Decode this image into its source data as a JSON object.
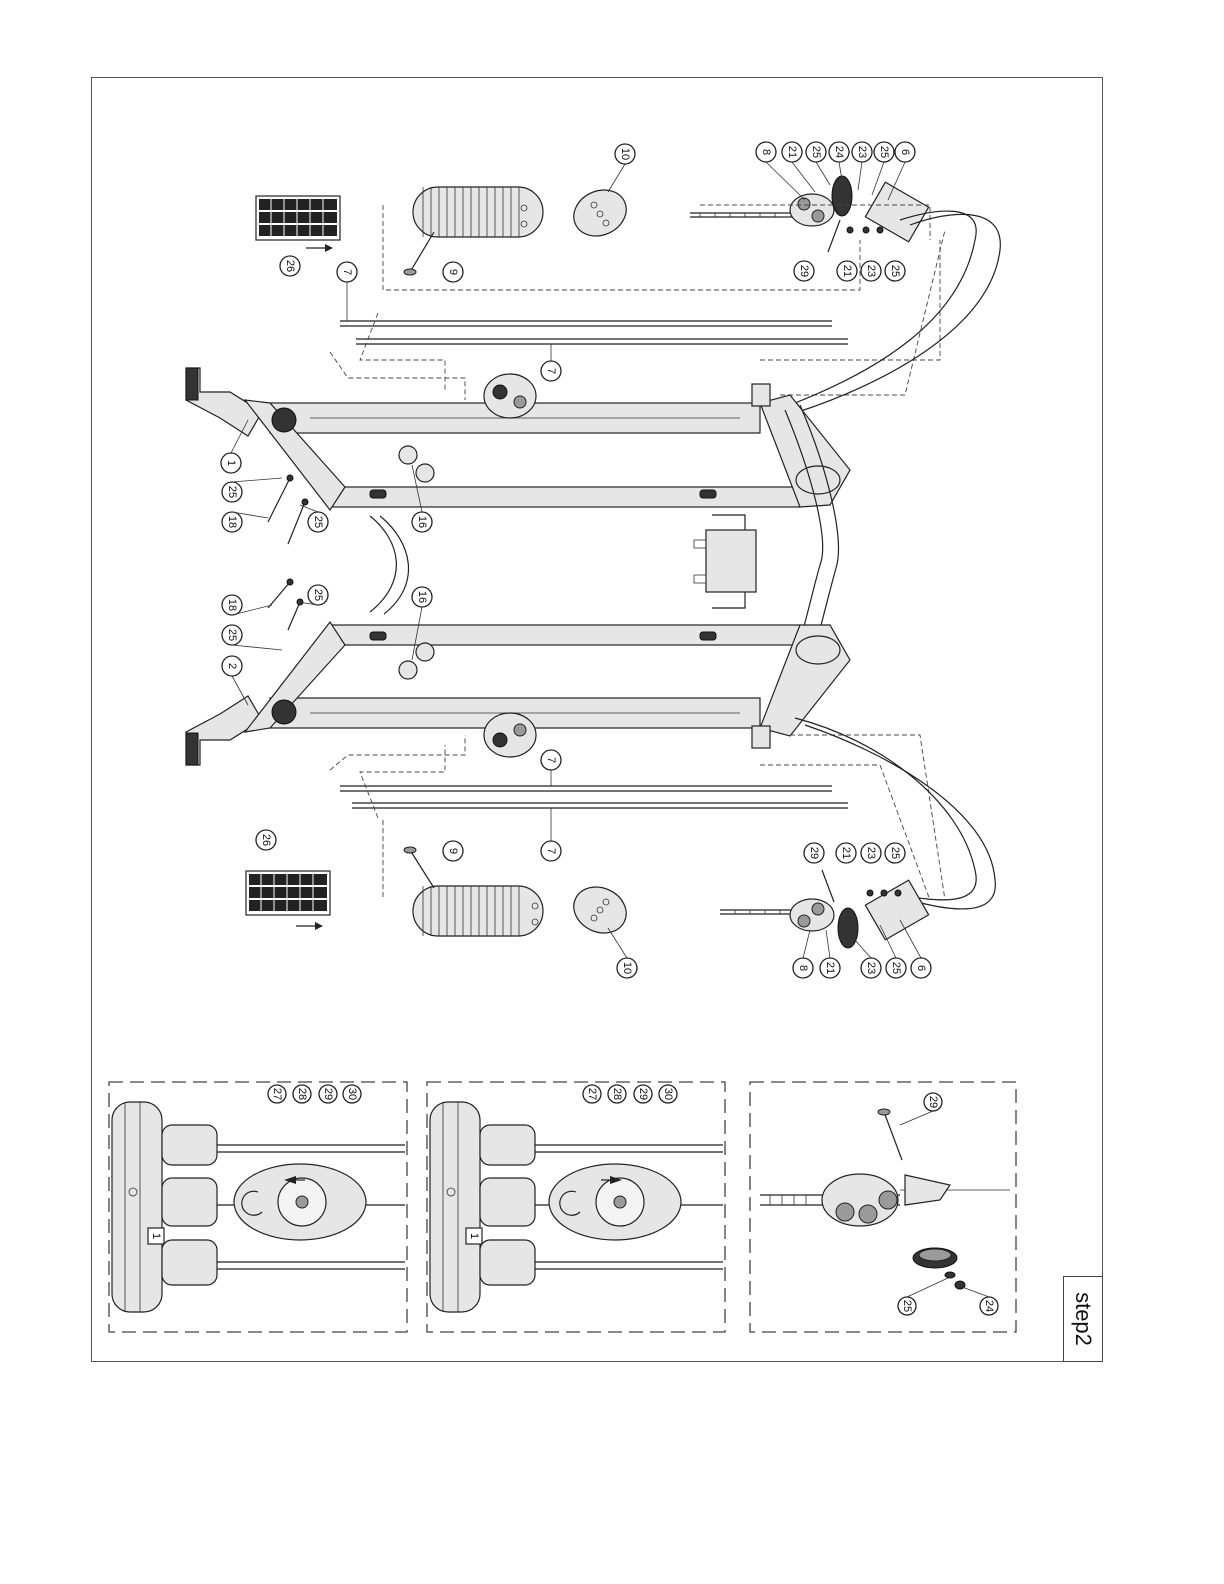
{
  "step_label": "step2",
  "callouts": {
    "c1": "1",
    "c2": "2",
    "c6": "6",
    "c7": "7",
    "c8": "8",
    "c9": "9",
    "c10": "10",
    "c16": "16",
    "c18": "18",
    "c21": "21",
    "c23": "23",
    "c24": "24",
    "c25": "25",
    "c26": "26",
    "c27": "27",
    "c28": "28",
    "c29": "29",
    "c30": "30"
  },
  "detail_badge": "1"
}
